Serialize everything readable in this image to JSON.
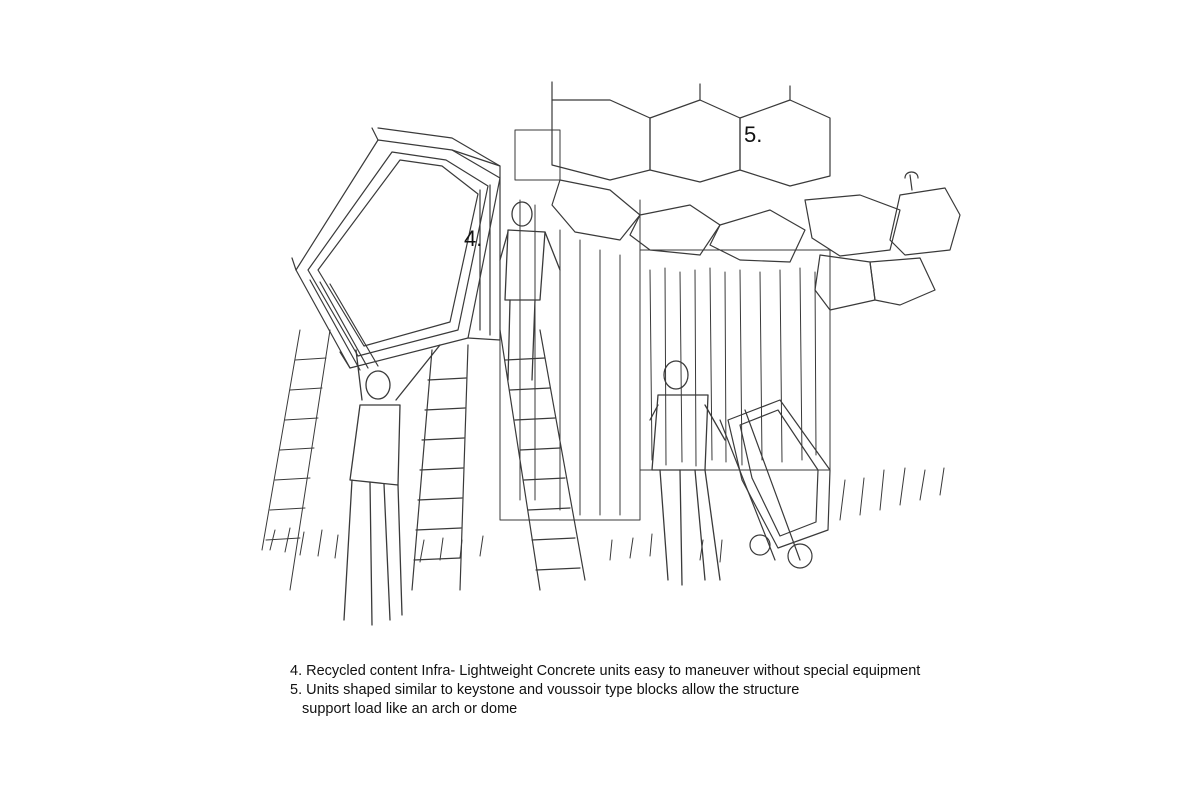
{
  "labels": {
    "unit4": "4.",
    "unit5": "5."
  },
  "caption": {
    "line1": "4. Recycled content Infra- Lightweight Concrete units easy to maneuver without special equipment",
    "line2": "5. Units shaped similar to keystone and voussoir type blocks allow the structure",
    "line3": "support load like an arch or dome"
  }
}
